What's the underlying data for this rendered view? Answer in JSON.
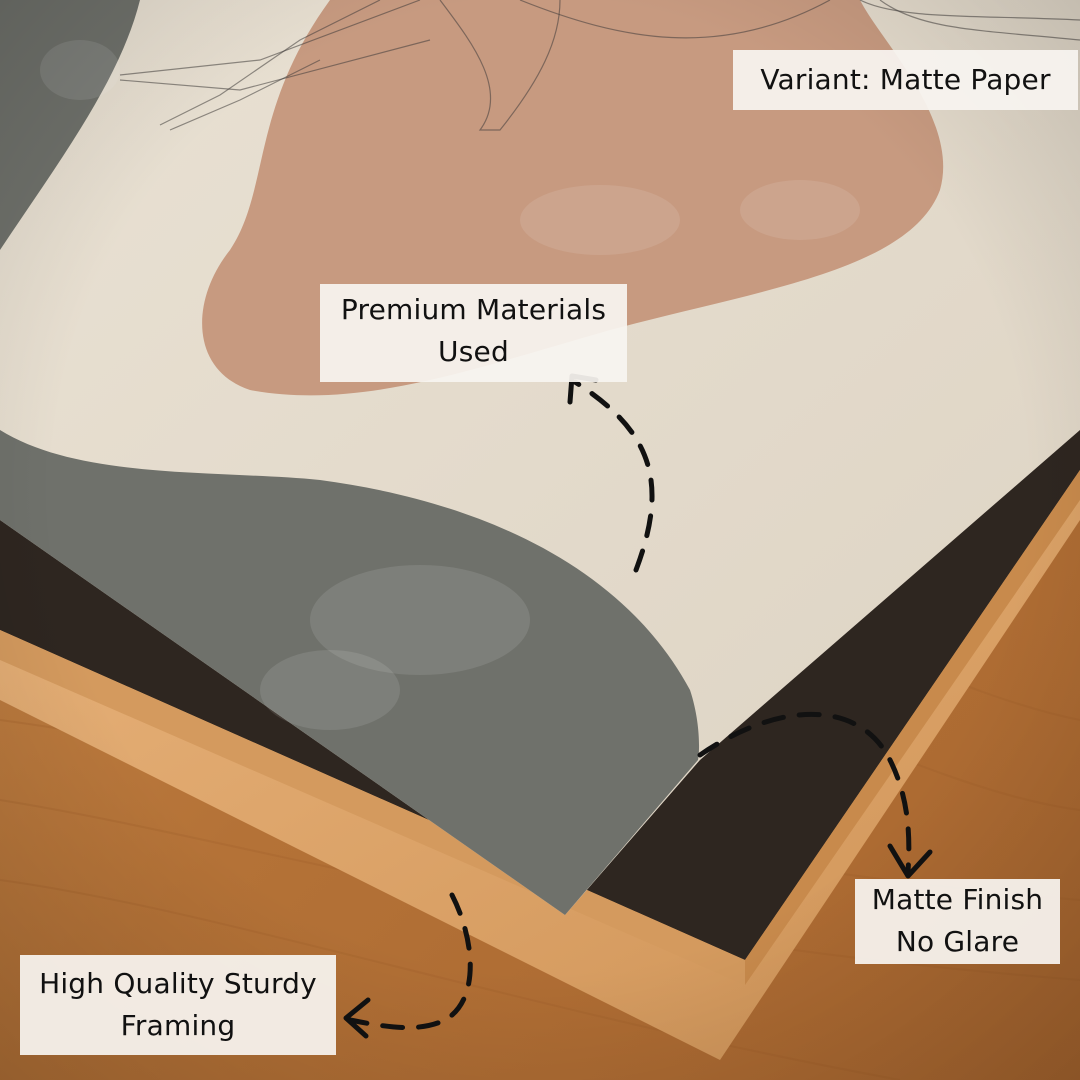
{
  "labels": {
    "variant": "Variant: Matte Paper",
    "premium": [
      "Premium Materials",
      "Used"
    ],
    "matte": [
      "Matte Finish",
      "No Glare"
    ],
    "framing": [
      "High Quality Sturdy",
      "Framing"
    ]
  },
  "colors": {
    "wood": "#b8773d",
    "paper": "#e6ddcf",
    "blush": "#c79a80",
    "sage": "#6f716b",
    "arrow": "#111111"
  },
  "icons": {
    "arrows": "dashed-curved-arrow"
  }
}
